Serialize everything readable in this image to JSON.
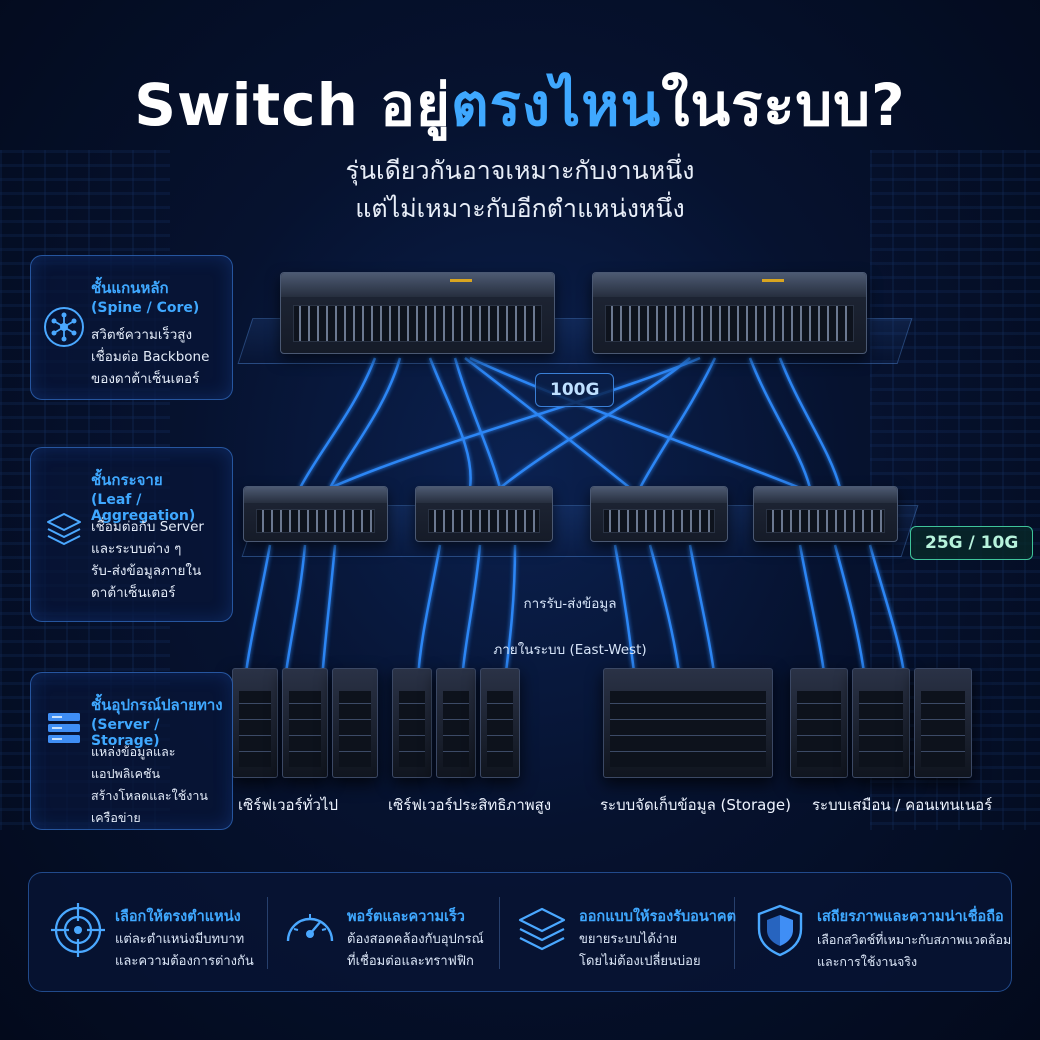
{
  "title": {
    "prefix": "Switch อยู่",
    "highlight": "ตรงไหน",
    "suffix": "ในระบบ?"
  },
  "subtitle": {
    "line1": "รุ่นเดียวกันอาจเหมาะกับงานหนึ่ง",
    "line2": "แต่ไม่เหมาะกับอีกตำแหน่งหนึ่ง"
  },
  "layers": [
    {
      "title": "ชั้นแกนหลัก",
      "subtitle": "(Spine / Core)",
      "desc": [
        "สวิตช์ความเร็วสูง",
        "เชื่อมต่อ Backbone",
        "ของดาต้าเซ็นเตอร์"
      ],
      "icon": "network-hub-icon"
    },
    {
      "title": "ชั้นกระจาย",
      "subtitle": "(Leaf / Aggregation)",
      "desc": [
        "เชื่อมต่อกับ Server",
        "และระบบต่าง ๆ",
        "รับ-ส่งข้อมูลภายใน",
        "ดาต้าเซ็นเตอร์"
      ],
      "icon": "layers-icon"
    },
    {
      "title": "ชั้นอุปกรณ์ปลายทาง",
      "subtitle": "(Server / Storage)",
      "desc": [
        "แหล่งข้อมูลและแอปพลิเคชัน",
        "สร้างโหลดและใช้งาน",
        "เครือข่าย"
      ],
      "icon": "server-stack-icon"
    }
  ],
  "badges": {
    "spine_speed": "100G",
    "leaf_speed": "25G / 10G"
  },
  "east_west": {
    "line1": "การรับ-ส่งข้อมูล",
    "line2": "ภายในระบบ (East-West)"
  },
  "endpoints": [
    "เซิร์ฟเวอร์ทั่วไป",
    "เซิร์ฟเวอร์ประสิทธิภาพสูง",
    "ระบบจัดเก็บข้อมูล (Storage)",
    "ระบบเสมือน / คอนเทนเนอร์"
  ],
  "features": [
    {
      "title": "เลือกให้ตรงตำแหน่ง",
      "desc": [
        "แต่ละตำแหน่งมีบทบาท",
        "และความต้องการต่างกัน"
      ],
      "icon": "target-icon"
    },
    {
      "title": "พอร์ตและความเร็ว",
      "desc": [
        "ต้องสอดคล้องกับอุปกรณ์",
        "ที่เชื่อมต่อและทราฟฟิก"
      ],
      "icon": "speedometer-icon"
    },
    {
      "title": "ออกแบบให้รองรับอนาคต",
      "desc": [
        "ขยายระบบได้ง่าย",
        "โดยไม่ต้องเปลี่ยนบ่อย"
      ],
      "icon": "stack-icon"
    },
    {
      "title": "เสถียรภาพและความน่าเชื่อถือ",
      "desc": [
        "เลือกสวิตช์ที่เหมาะกับสภาพแวดล้อม",
        "และการใช้งานจริง"
      ],
      "icon": "shield-icon"
    }
  ],
  "colors": {
    "accent": "#3fa8ff",
    "link": "#2f8cff",
    "leaf_badge": "#3fc49a"
  }
}
